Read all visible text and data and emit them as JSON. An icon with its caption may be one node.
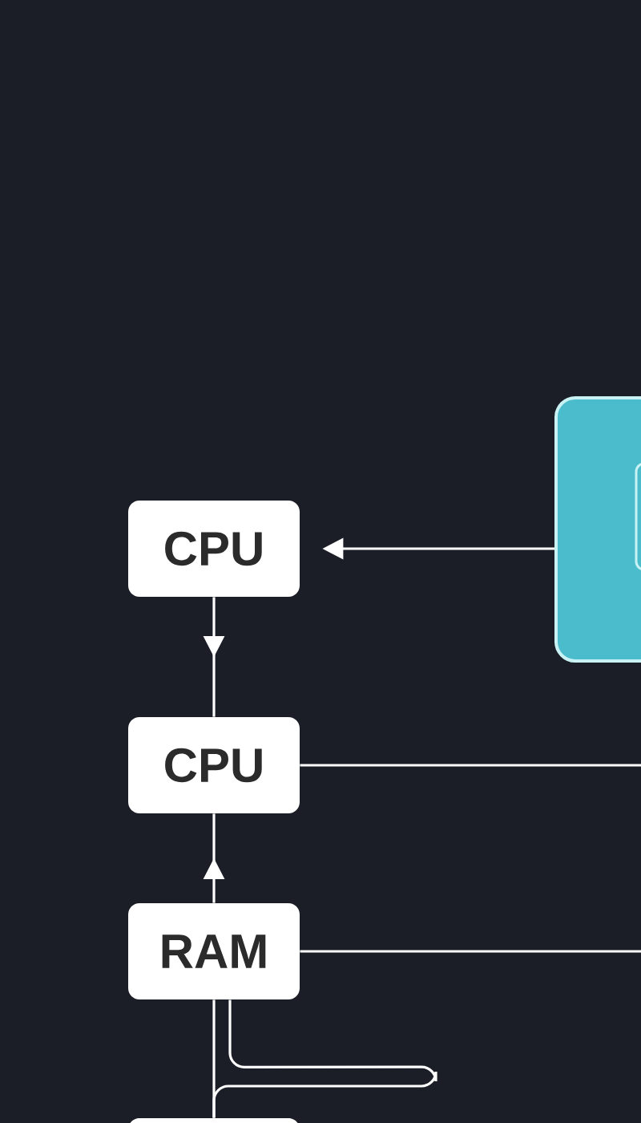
{
  "diagram": {
    "nodes": [
      {
        "text": [],
        "shape": "box"
      },
      {
        "text": [],
        "shape": "box",
        "in": 0
      },
      {
        "text": [
          "CPU"
        ]
      },
      {
        "text": [
          "CPU"
        ]
      },
      {
        "text": [
          "RAM"
        ]
      },
      {
        "text": [],
        "shape": "box"
      }
    ],
    "edges": [
      {
        "from": 0,
        "to": 2,
        "arrow": "to"
      },
      {
        "from": 2,
        "to": 3,
        "arrow": "to"
      },
      {
        "from": 4,
        "to": 3,
        "arrow": "to"
      },
      {
        "from": 3,
        "to": null,
        "arrow": "none"
      },
      {
        "from": 4,
        "to": null,
        "arrow": "none"
      },
      {
        "from": 5,
        "to": 4,
        "arrow": "none"
      },
      {
        "from": 4,
        "to": 5,
        "arrow": "none"
      }
    ]
  }
}
